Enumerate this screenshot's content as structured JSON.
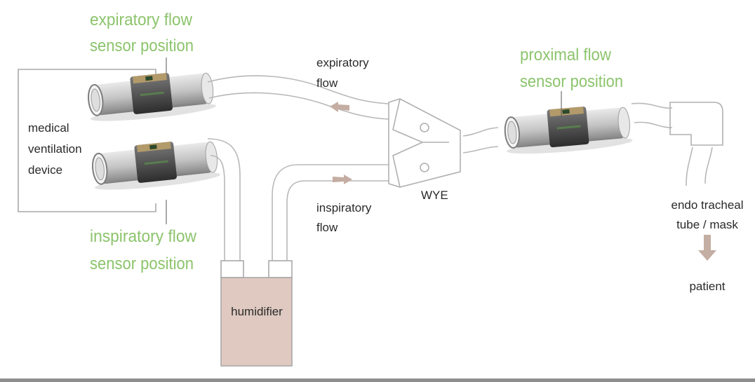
{
  "labels": {
    "expiratory_sensor": [
      "expiratory flow",
      "sensor position"
    ],
    "inspiratory_sensor": [
      "inspiratory flow",
      "sensor position"
    ],
    "proximal_sensor": [
      "proximal flow",
      "sensor position"
    ],
    "device": [
      "medical",
      "ventilation",
      "device"
    ],
    "expiratory_flow": [
      "expiratory",
      "flow"
    ],
    "inspiratory_flow": [
      "inspiratory",
      "flow"
    ],
    "wye": "WYE",
    "humidifier": "humidifier",
    "endo_tube": [
      "endo tracheal",
      "tube / mask"
    ],
    "patient": "patient"
  },
  "colors": {
    "label_green": "#8cc46c",
    "arrow": "#c4ada2",
    "humidifier_fill": "#dfc9c0",
    "line": "#b8b8b8"
  }
}
